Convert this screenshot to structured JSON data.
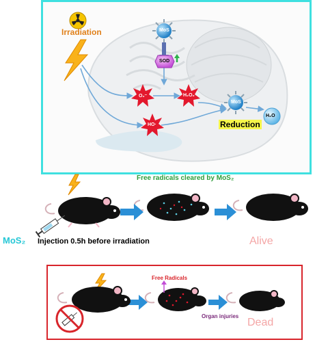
{
  "labels": {
    "irradiation": "Irradiation",
    "mos2_top": "MoS",
    "sod": "SOD",
    "o2": "O₂⁻",
    "h2o2": "H₂O₂",
    "ho": "HO·",
    "mos2_mid": "MoS",
    "reduction": "Reduction",
    "h2o": "H₂O",
    "cleared": "Free radicals cleared by MoS₂",
    "mos2_injection": "MoS₂",
    "injection": "Injection 0.5h before irradiation",
    "alive": "Alive",
    "free_radicals": "Free Radicals",
    "organ_injuries": "Organ injuries",
    "dead": "Dead"
  },
  "colors": {
    "top_border": "#3fe0e0",
    "bottom_border": "#d8252b",
    "arrow": "#2b8fd6",
    "cleared_text": "#2e9e3a",
    "mos2_text": "#25c7d6",
    "status_text": "#f4a6a6"
  },
  "icons": [
    "radiation-icon",
    "lightning-icon",
    "syringe-icon",
    "no-syringe-icon",
    "mouse-icon"
  ]
}
